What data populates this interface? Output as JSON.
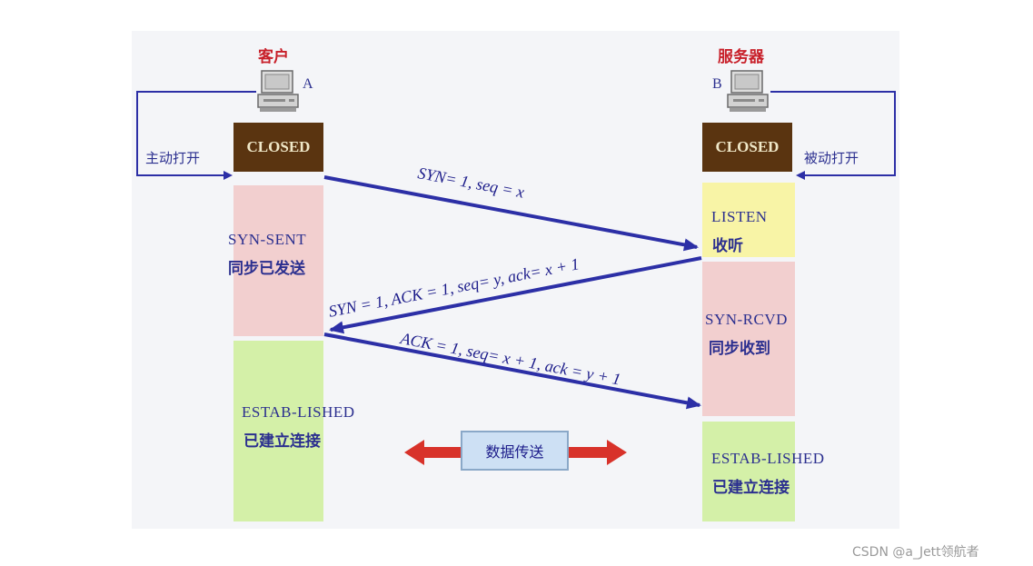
{
  "client": {
    "title": "客户",
    "letter": "A",
    "open": "主动打开"
  },
  "server": {
    "title": "服务器",
    "letter": "B",
    "open": "被动打开"
  },
  "closed_label": "CLOSED",
  "client_states": [
    {
      "en": "SYN-SENT",
      "zh": "同步已发送"
    },
    {
      "en": "ESTAB-LISHED",
      "zh": "已建立连接"
    }
  ],
  "server_states": [
    {
      "en": "LISTEN",
      "zh": "收听"
    },
    {
      "en": "SYN-RCVD",
      "zh": "同步收到"
    },
    {
      "en": "ESTAB-LISHED",
      "zh": "已建立连接"
    }
  ],
  "messages": [
    "SYN= 1, seq = x",
    "SYN = 1, ACK = 1, seq= y, ack= x + 1",
    "ACK = 1, seq= x + 1, ack = y + 1"
  ],
  "data_transfer": "数据传送",
  "watermark": "CSDN @a_Jett领航者",
  "colors": {
    "closed_bg": "#5a3410",
    "syn_sent_bg": "#f2cfcf",
    "established_bg": "#d4f0a8",
    "listen_bg": "#f8f4a6",
    "syn_rcvd_bg": "#f2cfcf",
    "arrow_blue": "#2c2fa6",
    "double_arrow_red": "#d8322a"
  },
  "icons": [
    "computer-icon",
    "computer-icon"
  ]
}
